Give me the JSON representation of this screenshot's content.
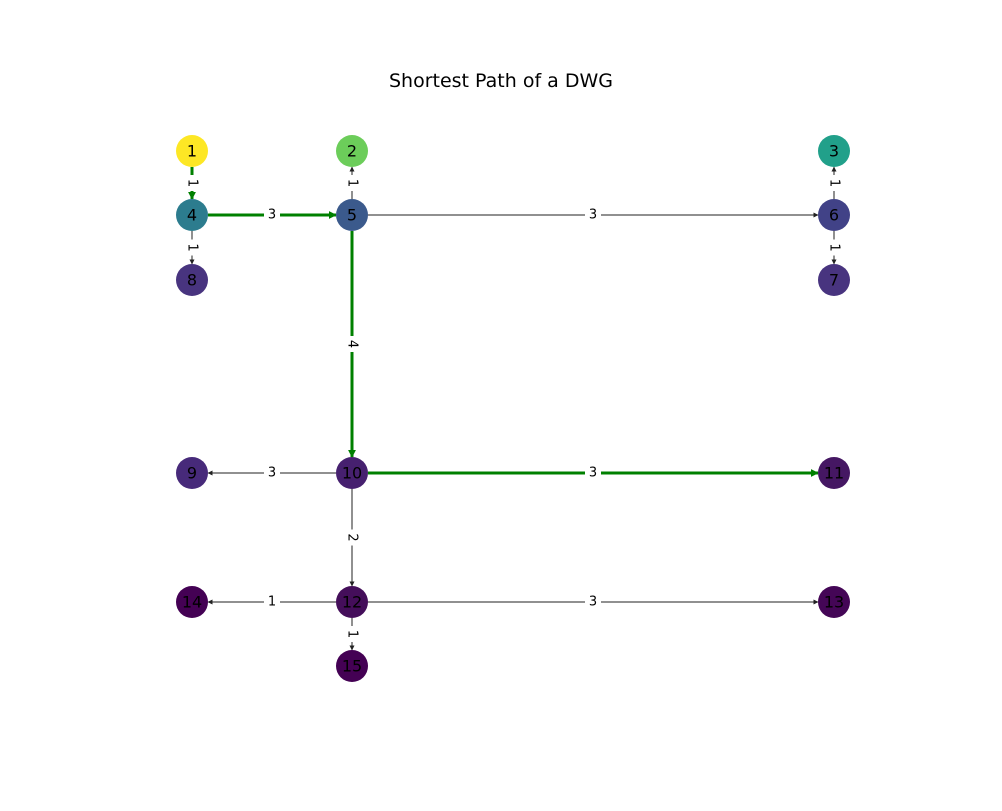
{
  "title": "Shortest Path of a DWG",
  "colors": {
    "path_edge": "#008000",
    "normal_edge": "#222222",
    "label_bg": "#ffffff"
  },
  "nodes": [
    {
      "id": "1",
      "color": "#fde725"
    },
    {
      "id": "2",
      "color": "#6ccd5a"
    },
    {
      "id": "3",
      "color": "#21a08a"
    },
    {
      "id": "4",
      "color": "#2c7c8e"
    },
    {
      "id": "5",
      "color": "#3b5a8c"
    },
    {
      "id": "6",
      "color": "#414287"
    },
    {
      "id": "7",
      "color": "#48347f"
    },
    {
      "id": "8",
      "color": "#48347f"
    },
    {
      "id": "9",
      "color": "#472a7a"
    },
    {
      "id": "10",
      "color": "#46206f"
    },
    {
      "id": "11",
      "color": "#451763"
    },
    {
      "id": "12",
      "color": "#440e5a"
    },
    {
      "id": "13",
      "color": "#440656"
    },
    {
      "id": "14",
      "color": "#440154"
    },
    {
      "id": "15",
      "color": "#440154"
    }
  ],
  "edges": [
    {
      "from": "1",
      "to": "4",
      "weight": "1",
      "on_path": true
    },
    {
      "from": "4",
      "to": "5",
      "weight": "3",
      "on_path": true
    },
    {
      "from": "4",
      "to": "8",
      "weight": "1",
      "on_path": false
    },
    {
      "from": "5",
      "to": "2",
      "weight": "1",
      "on_path": false
    },
    {
      "from": "5",
      "to": "6",
      "weight": "3",
      "on_path": false
    },
    {
      "from": "5",
      "to": "10",
      "weight": "4",
      "on_path": true
    },
    {
      "from": "6",
      "to": "3",
      "weight": "1",
      "on_path": false
    },
    {
      "from": "6",
      "to": "7",
      "weight": "1",
      "on_path": false
    },
    {
      "from": "10",
      "to": "9",
      "weight": "3",
      "on_path": false
    },
    {
      "from": "10",
      "to": "11",
      "weight": "3",
      "on_path": true
    },
    {
      "from": "10",
      "to": "12",
      "weight": "2",
      "on_path": false
    },
    {
      "from": "12",
      "to": "14",
      "weight": "1",
      "on_path": false
    },
    {
      "from": "12",
      "to": "13",
      "weight": "3",
      "on_path": false
    },
    {
      "from": "12",
      "to": "15",
      "weight": "1",
      "on_path": false
    }
  ]
}
